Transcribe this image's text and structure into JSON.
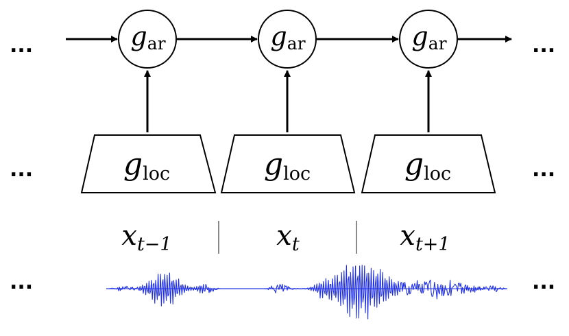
{
  "ellipsis": "...",
  "ar_nodes": [
    {
      "symbol": "g",
      "subscript": "ar"
    },
    {
      "symbol": "g",
      "subscript": "ar"
    },
    {
      "symbol": "g",
      "subscript": "ar"
    }
  ],
  "loc_encoders": [
    {
      "symbol": "g",
      "subscript": "loc"
    },
    {
      "symbol": "g",
      "subscript": "loc"
    },
    {
      "symbol": "g",
      "subscript": "loc"
    }
  ],
  "segments": [
    {
      "symbol": "x",
      "subscript": "t−1"
    },
    {
      "symbol": "x",
      "subscript": "t"
    },
    {
      "symbol": "x",
      "subscript": "t+1"
    }
  ],
  "separator": "|",
  "colors": {
    "stroke": "#000000",
    "waveform": "#1f2fe8",
    "separator": "#8a8a8a"
  }
}
